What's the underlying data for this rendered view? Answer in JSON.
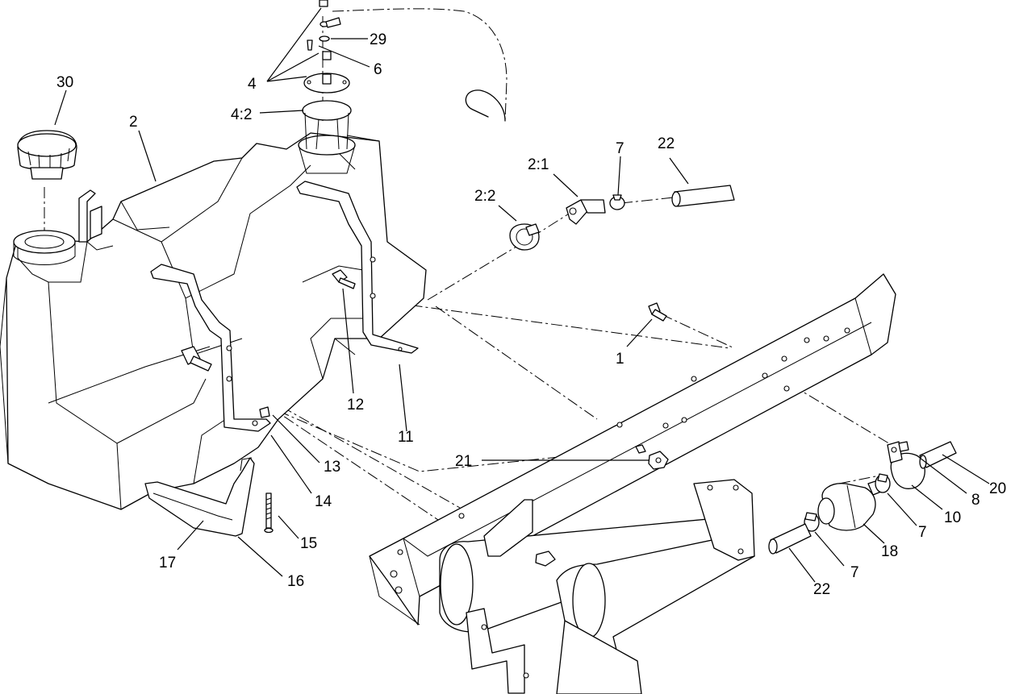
{
  "callouts": [
    {
      "id": "c-30",
      "text": "30"
    },
    {
      "id": "c-2",
      "text": "2"
    },
    {
      "id": "c-4",
      "text": "4"
    },
    {
      "id": "c-4-2",
      "text": "4:2"
    },
    {
      "id": "c-29",
      "text": "29"
    },
    {
      "id": "c-6",
      "text": "6"
    },
    {
      "id": "c-2-2",
      "text": "2:2"
    },
    {
      "id": "c-2-1",
      "text": "2:1"
    },
    {
      "id": "c-7a",
      "text": "7"
    },
    {
      "id": "c-22a",
      "text": "22"
    },
    {
      "id": "c-1",
      "text": "1"
    },
    {
      "id": "c-12",
      "text": "12"
    },
    {
      "id": "c-11",
      "text": "11"
    },
    {
      "id": "c-13",
      "text": "13"
    },
    {
      "id": "c-14",
      "text": "14"
    },
    {
      "id": "c-15",
      "text": "15"
    },
    {
      "id": "c-16",
      "text": "16"
    },
    {
      "id": "c-17",
      "text": "17"
    },
    {
      "id": "c-21",
      "text": "21"
    },
    {
      "id": "c-20",
      "text": "20"
    },
    {
      "id": "c-8",
      "text": "8"
    },
    {
      "id": "c-10",
      "text": "10"
    },
    {
      "id": "c-7b",
      "text": "7"
    },
    {
      "id": "c-18",
      "text": "18"
    },
    {
      "id": "c-7c",
      "text": "7"
    },
    {
      "id": "c-22b",
      "text": "22"
    }
  ]
}
